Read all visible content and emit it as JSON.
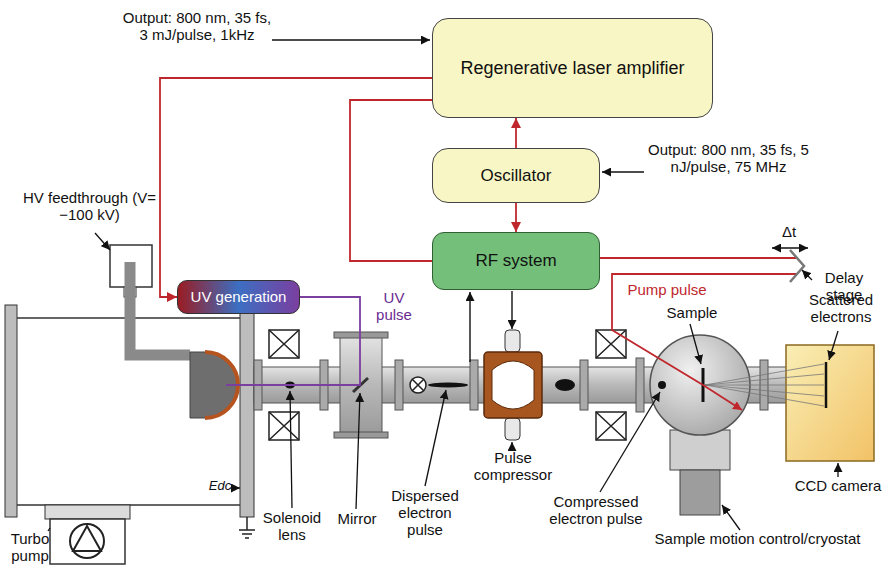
{
  "diagram": {
    "nodes": [
      {
        "text": [
          "Regenerative laser amplifier"
        ]
      },
      {
        "text": [
          "Oscillator"
        ]
      },
      {
        "text": [
          "RF system"
        ]
      },
      {
        "text": [
          "UV generation"
        ]
      }
    ],
    "edges": [
      {
        "from": 1,
        "to": 0,
        "arrow": "to"
      },
      {
        "from": 1,
        "to": 2,
        "arrow": "to"
      },
      {
        "from": 0,
        "to": 3,
        "arrow": "to"
      },
      {
        "from": 0,
        "to": 2,
        "arrow": "none"
      }
    ],
    "labels": [
      "Output: 800 nm, 35 fs, 3 mJ/pulse, 1kHz",
      "Output: 800 nm, 35 fs, 5 nJ/pulse, 75 MHz",
      "HV feedthrough (V= −100 kV)",
      "UV pulse",
      "Δt",
      "Delay stage",
      "Pump pulse",
      "Sample",
      "Scattered electrons",
      "CCD camera",
      "Sample motion control/cryostat",
      "Compressed electron pulse",
      "Pulse compressor",
      "Dispersed electron pulse",
      "Mirror",
      "Solenoid lens",
      "Turbo pump",
      "Edc"
    ]
  }
}
